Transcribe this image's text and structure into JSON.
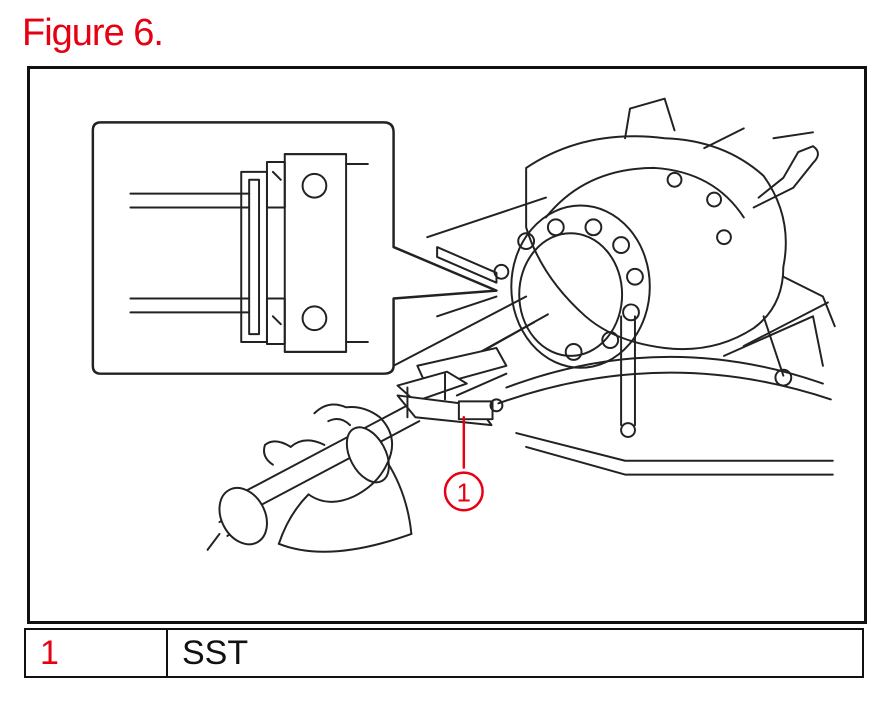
{
  "figure": {
    "title": "Figure 6."
  },
  "callout": {
    "label": "1"
  },
  "legend": {
    "rows": [
      {
        "number": "1",
        "description": "SST"
      }
    ]
  },
  "colors": {
    "accent": "#e60012",
    "line": "#111111"
  }
}
